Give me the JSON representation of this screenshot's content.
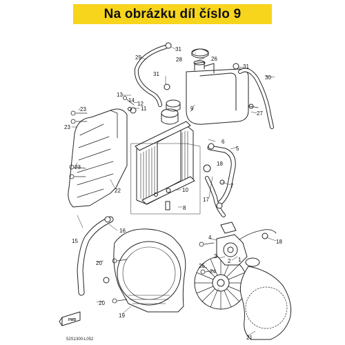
{
  "header": {
    "title": "Na obrázku díl číslo 9"
  },
  "diagram": {
    "callouts": [
      "1",
      "2",
      "3",
      "4",
      "5",
      "6",
      "7",
      "8",
      "9",
      "10",
      "11",
      "12",
      "13",
      "14",
      "15",
      "16",
      "17",
      "18",
      "19",
      "20",
      "21",
      "22",
      "23",
      "24",
      "25",
      "26",
      "27",
      "28",
      "29",
      "30",
      "31"
    ],
    "fwd_label": "FWD",
    "drawing_code": "52S1300-L052"
  },
  "colors": {
    "banner": "#f7d51d",
    "ink": "#222222"
  }
}
